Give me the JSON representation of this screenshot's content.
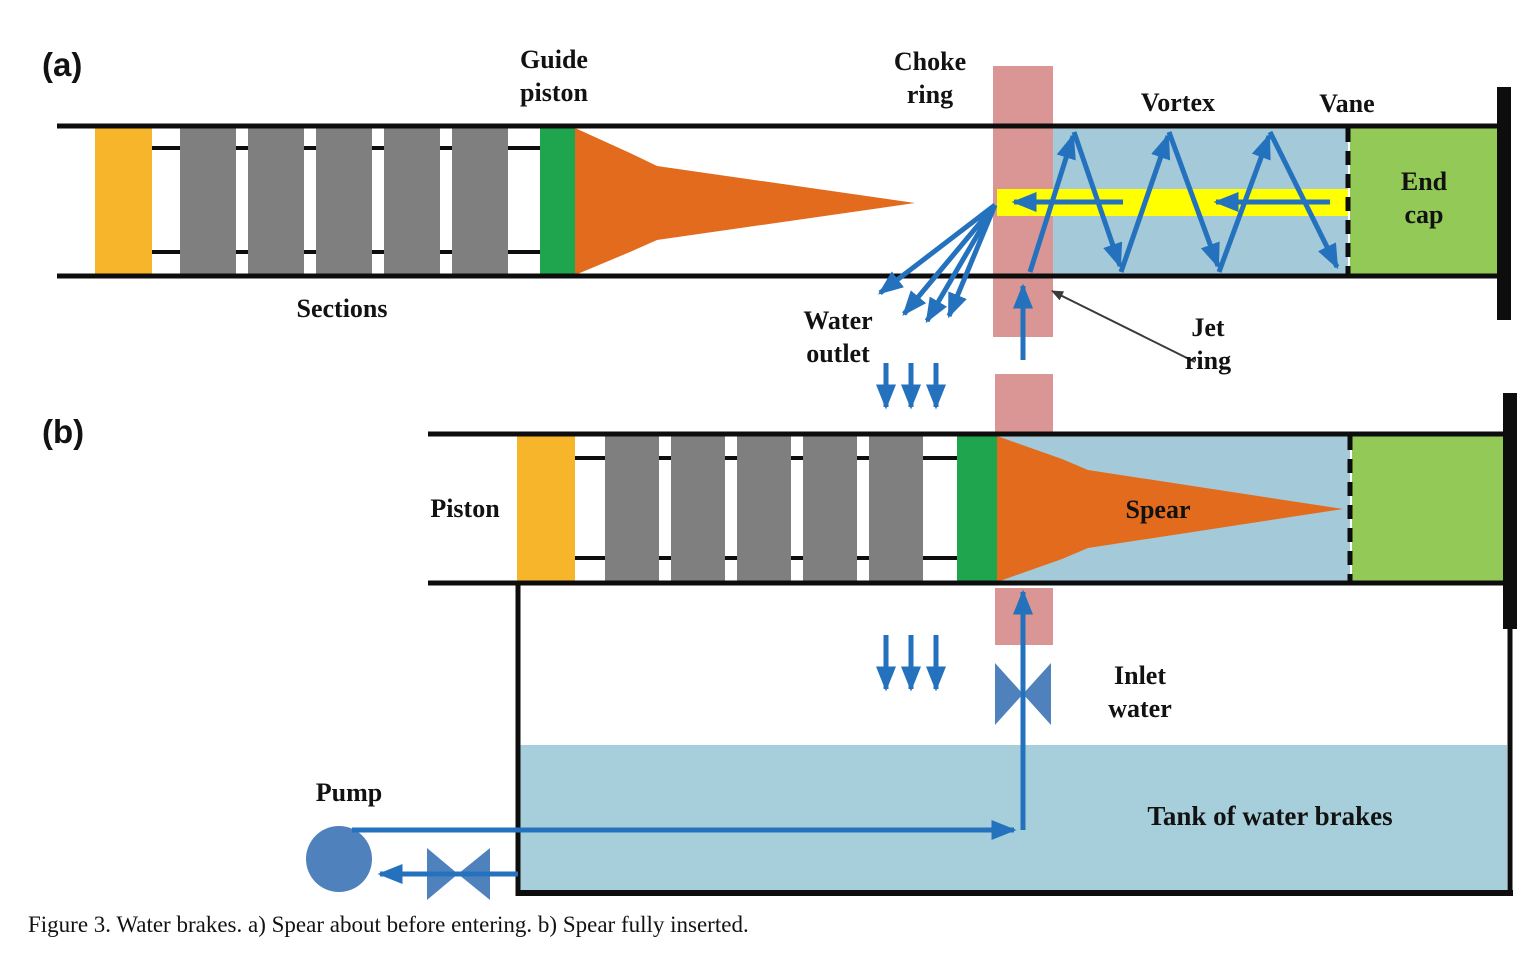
{
  "figure": {
    "panel_a_label": "(a)",
    "panel_b_label": "(b)",
    "caption": "Figure 3. Water brakes. a) Spear about before entering. b) Spear fully inserted."
  },
  "labels": {
    "guide_piston": "Guide\npiston",
    "choke_ring": "Choke\nring",
    "vortex": "Vortex",
    "vane": "Vane",
    "end_cap": "End\ncap",
    "sections": "Sections",
    "water_outlet": "Water\noutlet",
    "jet_ring": "Jet\nring",
    "piston": "Piston",
    "spear": "Spear",
    "inlet_water": "Inlet\nwater",
    "pump": "Pump",
    "tank": "Tank of water brakes"
  },
  "icons": {
    "flow_arrows": "blue-flow-arrow-icons",
    "valve_symbols": "bowtie-valve-icons",
    "pump_symbol": "pump-circle-icon"
  },
  "colors": {
    "piston_yellow": "#F7B52C",
    "section_gray": "#7F7F7F",
    "guide_green": "#1FA54E",
    "spear_orange": "#E26B1E",
    "choke_pink": "#D99694",
    "chamber_blue": "#A4C9D8",
    "water_blue": "#A7CFDB",
    "jet_yellow": "#FFFF00",
    "endcap_green": "#92C957",
    "arrow_blue": "#2472BE",
    "pump_blue": "#4F81BD",
    "line_black": "#0D0D0D"
  }
}
